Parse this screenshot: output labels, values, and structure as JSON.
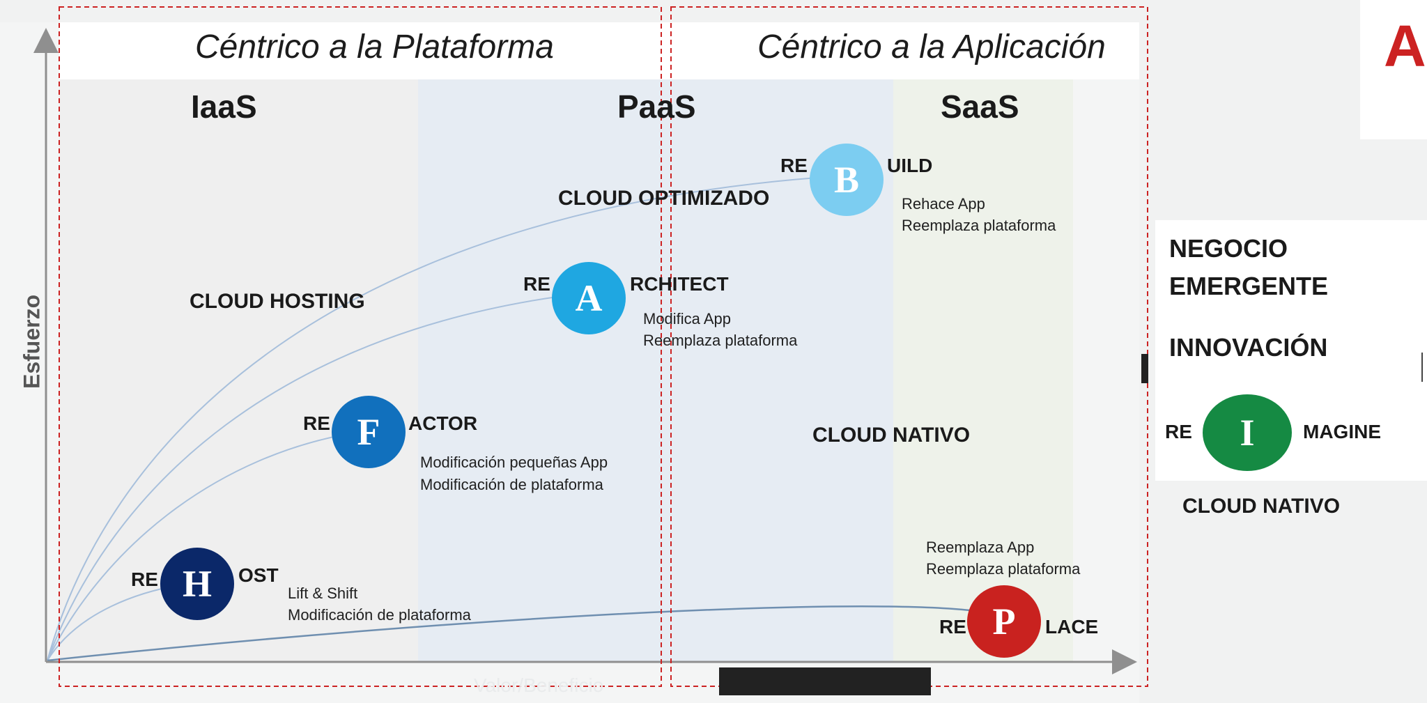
{
  "titles": {
    "platform": "Céntrico a la Plataforma",
    "application": "Céntrico a la Aplicación"
  },
  "zones": {
    "iaas": "IaaS",
    "paas": "PaaS",
    "saas": "SaaS"
  },
  "axes": {
    "y_label": "Esfuerzo",
    "x_label": "Valor/Beneficio"
  },
  "stages": {
    "hosting": "CLOUD HOSTING",
    "optimized": "CLOUD OPTIMIZADO",
    "native": "CLOUD NATIVO"
  },
  "strategies": {
    "rehost": {
      "prefix": "RE",
      "letter": "H",
      "suffix": "OST",
      "desc1": "Lift & Shift",
      "desc2": "Modificación de plataforma",
      "color": "#0b2869"
    },
    "refactor": {
      "prefix": "RE",
      "letter": "F",
      "suffix": "ACTOR",
      "desc1": "Modificación pequeñas App",
      "desc2": "Modificación de plataforma",
      "color": "#1170bd"
    },
    "rearchitect": {
      "prefix": "RE",
      "letter": "A",
      "suffix": "RCHITECT",
      "desc1": "Modifica App",
      "desc2": "Reemplaza plataforma",
      "color": "#1fa7e1"
    },
    "rebuild": {
      "prefix": "RE",
      "letter": "B",
      "suffix": "UILD",
      "desc1": "Rehace App",
      "desc2": "Reemplaza plataforma",
      "color": "#7ccdf1"
    },
    "replace": {
      "prefix": "RE",
      "letter": "P",
      "suffix": "LACE",
      "desc1": "Reemplaza App",
      "desc2": "Reemplaza plataforma",
      "color": "#c9221f"
    }
  },
  "sidebar": {
    "line1": "NEGOCIO",
    "line2": "EMERGENTE",
    "line3": "INNOVACIÓN",
    "reimagine": {
      "prefix": "RE",
      "letter": "I",
      "suffix": "MAGINE",
      "color": "#158a43"
    },
    "caption": "CLOUD NATIVO"
  },
  "logo": {
    "letter": "A",
    "color": "#cc2222"
  },
  "colors": {
    "dashed_border": "#cc2222",
    "curve": "#a8c0dc",
    "axis": "#8f8f8f"
  }
}
